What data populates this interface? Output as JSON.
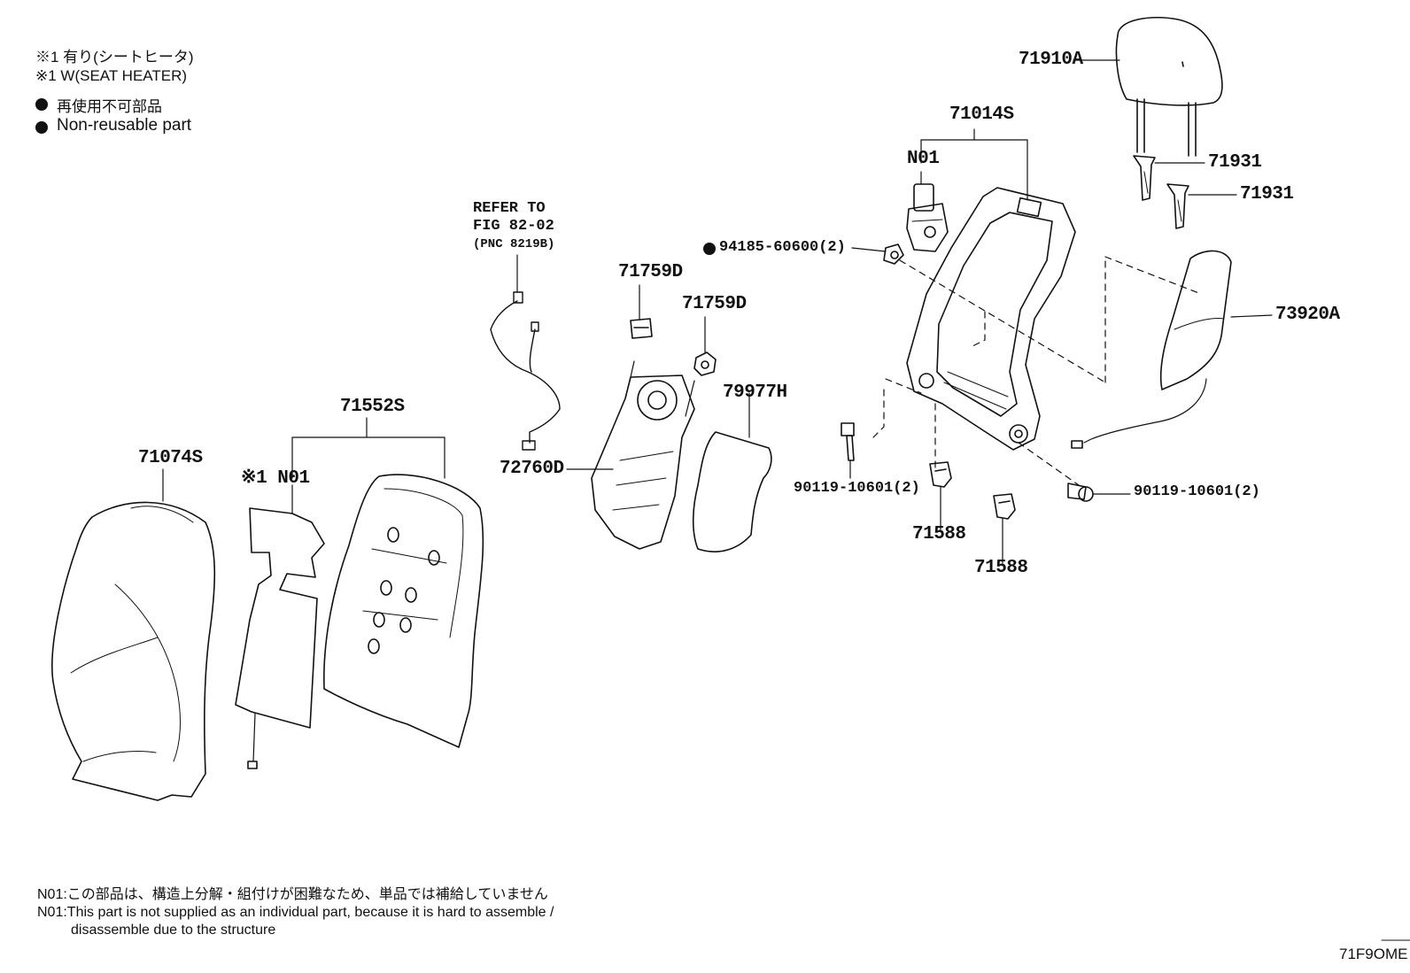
{
  "legend": {
    "heater_jp": "※1 有り(シートヒータ)",
    "heater_en": "※1 W(SEAT HEATER)",
    "nonreusable_jp": "再使用不可部品",
    "nonreusable_en": "Non-reusable part"
  },
  "refer": {
    "line1": "REFER TO",
    "line2": "FIG 82-02",
    "line3": "(PNC 8219B)"
  },
  "parts": {
    "p71910A": "71910A",
    "p71014S": "71014S",
    "pN01_frame": "N01",
    "p71931_a": "71931",
    "p71931_b": "71931",
    "p94185": "94185-60600(2)",
    "p73920A": "73920A",
    "p71759D_a": "71759D",
    "p71759D_b": "71759D",
    "p79977H": "79977H",
    "p72760D": "72760D",
    "p71552S": "71552S",
    "p71074S": "71074S",
    "pN01_heater": "※1 N01",
    "p90119_left": "90119-10601(2)",
    "p90119_right": "90119-10601(2)",
    "p71588_a": "71588",
    "p71588_b": "71588"
  },
  "footnote": {
    "jp": "N01:この部品は、構造上分解・組付けが困難なため、単品では補給していません",
    "en1": "N01:This part is not supplied as an individual part, because it is hard to assemble /",
    "en2": "disassemble due to the structure"
  },
  "diagram_code": "71F9OME"
}
